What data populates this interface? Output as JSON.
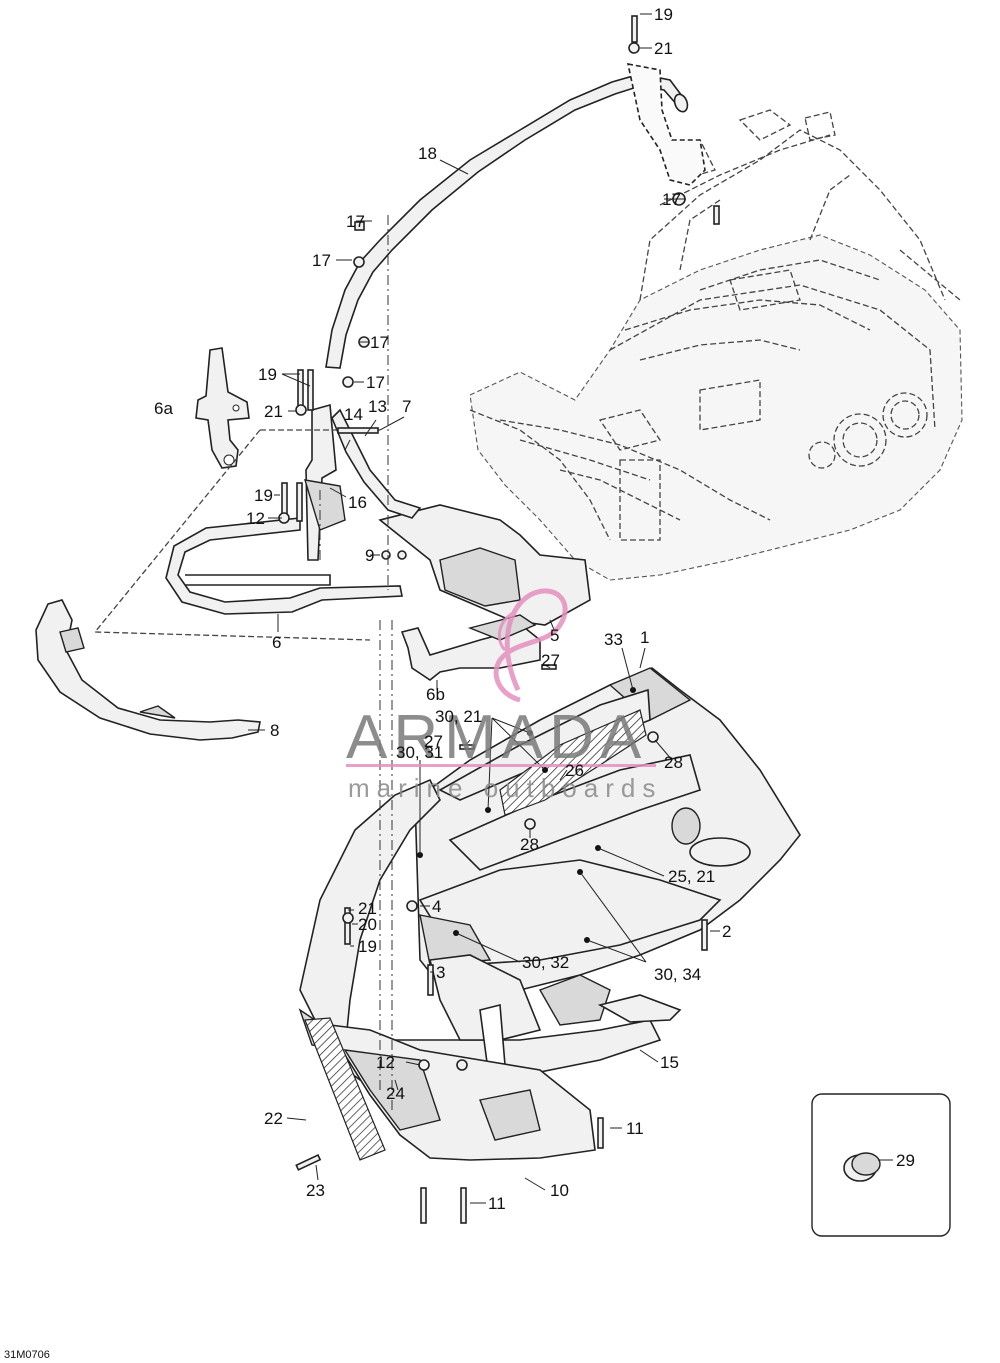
{
  "diagram": {
    "code": "31M0706",
    "callouts": [
      {
        "id": "c19a",
        "text": "19"
      },
      {
        "id": "c21a",
        "text": "21"
      },
      {
        "id": "c18",
        "text": "18"
      },
      {
        "id": "c17a",
        "text": "17"
      },
      {
        "id": "c17b",
        "text": "17"
      },
      {
        "id": "c17c",
        "text": "17"
      },
      {
        "id": "c17d",
        "text": "17"
      },
      {
        "id": "c17e",
        "text": "17"
      },
      {
        "id": "c19b",
        "text": "19"
      },
      {
        "id": "c6a",
        "text": "6a"
      },
      {
        "id": "c21b",
        "text": "21"
      },
      {
        "id": "c14",
        "text": "14"
      },
      {
        "id": "c13",
        "text": "13"
      },
      {
        "id": "c7",
        "text": "7"
      },
      {
        "id": "c19c",
        "text": "19"
      },
      {
        "id": "c16",
        "text": "16"
      },
      {
        "id": "c12a",
        "text": "12"
      },
      {
        "id": "c9",
        "text": "9"
      },
      {
        "id": "c6",
        "text": "6"
      },
      {
        "id": "c5",
        "text": "5"
      },
      {
        "id": "c33",
        "text": "33"
      },
      {
        "id": "c1",
        "text": "1"
      },
      {
        "id": "c27a",
        "text": "27"
      },
      {
        "id": "c6b",
        "text": "6b"
      },
      {
        "id": "c8",
        "text": "8"
      },
      {
        "id": "c3021a",
        "text": "30, 21"
      },
      {
        "id": "c27b",
        "text": "27"
      },
      {
        "id": "c28a",
        "text": "28"
      },
      {
        "id": "c3031",
        "text": "30, 31"
      },
      {
        "id": "c26",
        "text": "26"
      },
      {
        "id": "c28b",
        "text": "28"
      },
      {
        "id": "c2521",
        "text": "25, 21"
      },
      {
        "id": "c4",
        "text": "4"
      },
      {
        "id": "c21c",
        "text": "21"
      },
      {
        "id": "c20",
        "text": "20"
      },
      {
        "id": "c19d",
        "text": "19"
      },
      {
        "id": "c2",
        "text": "2"
      },
      {
        "id": "c3",
        "text": "3"
      },
      {
        "id": "c3032",
        "text": "30, 32"
      },
      {
        "id": "c3034",
        "text": "30, 34"
      },
      {
        "id": "c15",
        "text": "15"
      },
      {
        "id": "c12b",
        "text": "12"
      },
      {
        "id": "c24",
        "text": "24"
      },
      {
        "id": "c22",
        "text": "22"
      },
      {
        "id": "c11a",
        "text": "11"
      },
      {
        "id": "c29",
        "text": "29"
      },
      {
        "id": "c23",
        "text": "23"
      },
      {
        "id": "c10",
        "text": "10"
      },
      {
        "id": "c11b",
        "text": "11"
      }
    ]
  },
  "watermark": {
    "brand": "ARMADA",
    "tagline": "marine outboards",
    "accent_color": "#e58fbf"
  }
}
